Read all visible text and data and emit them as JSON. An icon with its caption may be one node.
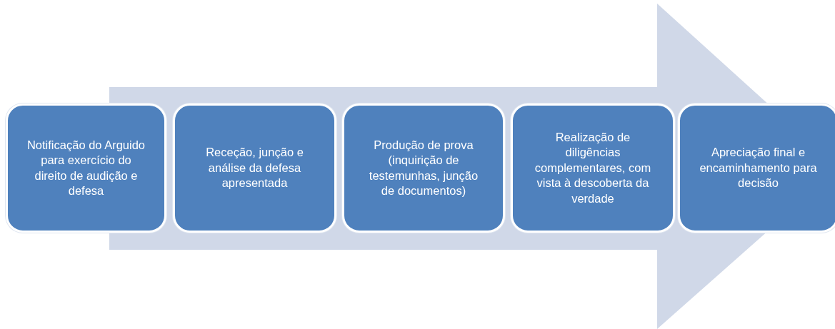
{
  "diagram": {
    "nodes": [
      {
        "text": [
          "Notificação do Arguido para exercício do direito de audição e defesa"
        ]
      },
      {
        "text": [
          "Receção, junção e análise da defesa apresentada"
        ]
      },
      {
        "text": [
          "Produção de prova (inquirição de testemunhas, junção de documentos)"
        ]
      },
      {
        "text": [
          "Realização de diligências complementares, com vista à descoberta da verdade"
        ]
      },
      {
        "text": [
          "Apreciação final e encaminhamento para decisão"
        ]
      }
    ],
    "edges": [
      {
        "from": 0,
        "to": 4,
        "arrow": "to"
      }
    ]
  }
}
